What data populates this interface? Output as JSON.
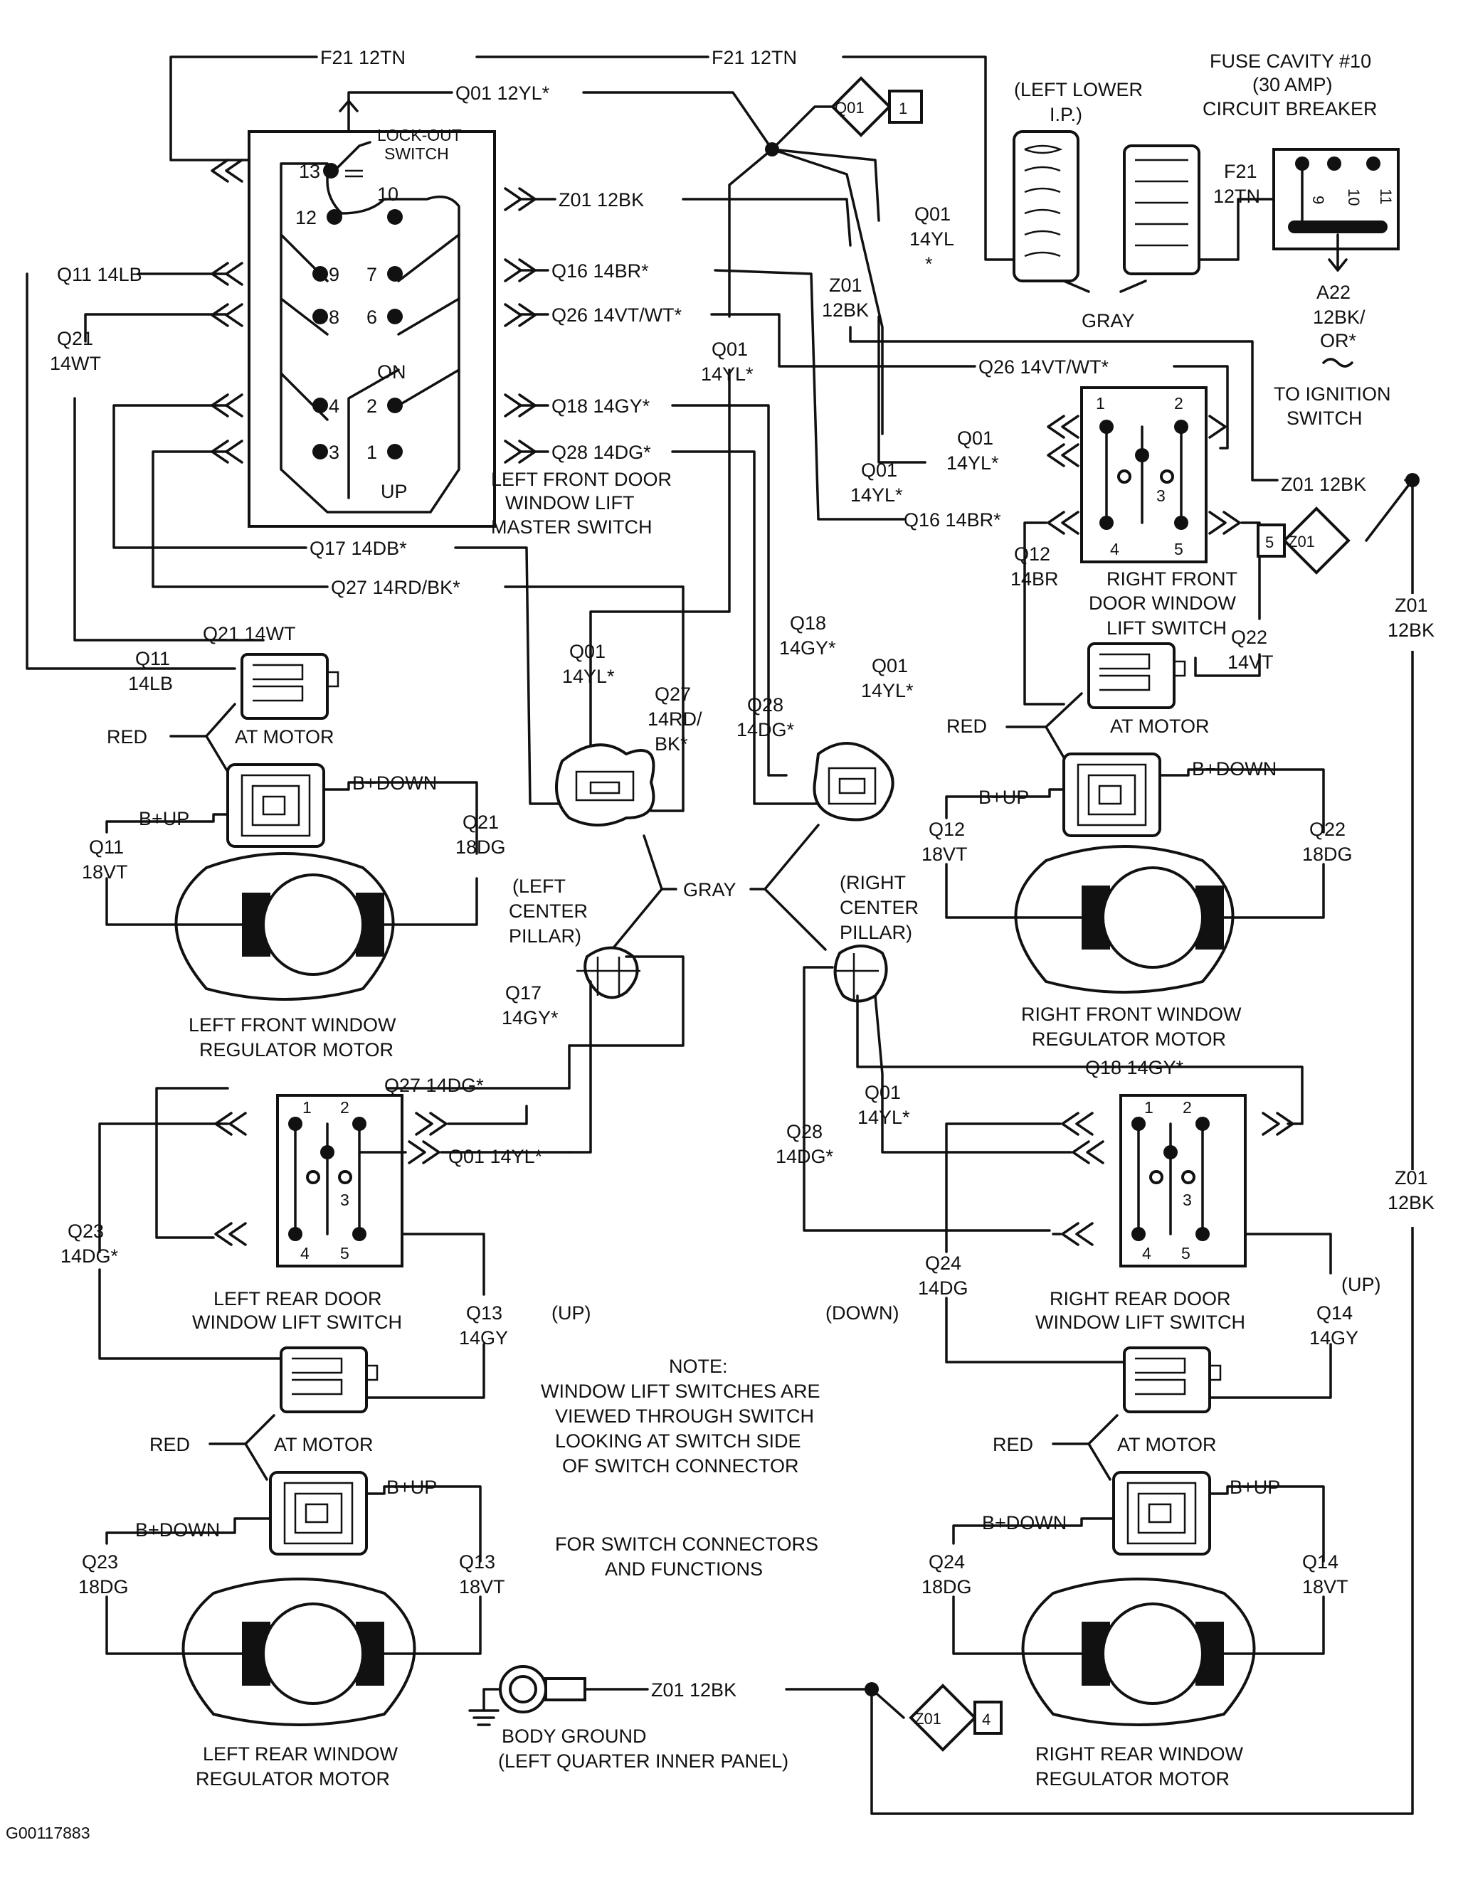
{
  "wires": {
    "f21_a": "F21 12TN",
    "f21_b": "F21 12TN",
    "q01_top": "Q01 12YL*",
    "z01_master": "Z01 12BK",
    "q11": "Q11 14LB",
    "q16": "Q16 14BR*",
    "q21_l1": "Q21",
    "q21_l2": "14WT",
    "q26": "Q26 14VT/WT*",
    "q18": "Q18 14GY*",
    "q28": "Q28 14DG*",
    "q01_mid_l1": "Q01",
    "q01_mid_l2": "14YL*",
    "q01_right_l1": "Q01",
    "q01_right_l2": "14YL",
    "q01_right_l3": "*",
    "z01_mid_l1": "Z01",
    "z01_mid_l2": "12BK",
    "q26_right": "Q26 14VT/WT*",
    "q01_rf_l1": "Q01",
    "q01_rf_l2": "14YL*",
    "q01_c_l1": "Q01",
    "q01_c_l2": "14YL*",
    "q16_right": "Q16 14BR*",
    "z01_right": "Z01 12BK",
    "q17": "Q17 14DB*",
    "q27": "Q27 14RD/BK*",
    "q12_l1": "Q12",
    "q12_l2": "14BR",
    "q22_l1": "Q22",
    "q22_l2": "14VT",
    "q21_motor": "Q21 14WT",
    "q11_motor_l1": "Q11",
    "q11_motor_l2": "14LB",
    "q01_lc_l1": "Q01",
    "q01_lc_l2": "14YL*",
    "q27_lc_l1": "Q27",
    "q27_lc_l2": "14RD/",
    "q27_lc_l3": "BK*",
    "q18_c_l1": "Q18",
    "q18_c_l2": "14GY*",
    "q28_c_l1": "Q28",
    "q28_c_l2": "14DG*",
    "q01_rc_l1": "Q01",
    "q01_rc_l2": "14YL*",
    "bdown_lf": "B+DOWN",
    "bup_lf": "B+UP",
    "q11_lf_l1": "Q11",
    "q11_lf_l2": "18VT",
    "q21_lf_l1": "Q21",
    "q21_lf_l2": "18DG",
    "bup_rf": "B+UP",
    "bdown_rf": "B+DOWN",
    "q12_rf_l1": "Q12",
    "q12_rf_l2": "18VT",
    "q22_rf_l1": "Q22",
    "q22_rf_l2": "18DG",
    "q17_p_l1": "Q17",
    "q17_p_l2": "14GY*",
    "q27_lr": "Q27 14DG*",
    "q01_lr": "Q01 14YL*",
    "q18_rr": "Q18 14GY*",
    "q01_rr_l1": "Q01",
    "q01_rr_l2": "14YL*",
    "q28_rr_l1": "Q28",
    "q28_rr_l2": "14DG*",
    "z01_far_l1": "Z01",
    "z01_far_l2": "12BK",
    "z01_far2_l1": "Z01",
    "z01_far2_l2": "12BK",
    "q23_l1": "Q23",
    "q23_l2": "14DG*",
    "q13_l1": "Q13",
    "q13_l2": "14GY",
    "q24_l1": "Q24",
    "q24_l2": "14DG",
    "q14_l1": "Q14",
    "q14_l2": "14GY",
    "bup_lr": "B+UP",
    "bdown_lr": "B+DOWN",
    "q23_m_l1": "Q23",
    "q23_m_l2": "18DG",
    "q13_m_l1": "Q13",
    "q13_m_l2": "18VT",
    "bup_rr": "B+UP",
    "bdown_rr": "B+DOWN",
    "q24_m_l1": "Q24",
    "q24_m_l2": "18DG",
    "q14_m_l1": "Q14",
    "q14_m_l2": "18VT",
    "z01_ground": "Z01 12BK",
    "a22_l1": "A22",
    "a22_l2": "12BK/",
    "a22_l3": "OR*",
    "f21_fuse_l1": "F21",
    "f21_fuse_l2": "12TN"
  },
  "labels": {
    "lockout_l1": "LOCK-OUT",
    "lockout_l2": "SWITCH",
    "on": "ON",
    "up": "UP",
    "master_l1": "LEFT FRONT DOOR",
    "master_l2": "WINDOW LIFT",
    "master_l3": "MASTER SWITCH",
    "left_lower_l1": "(LEFT LOWER",
    "left_lower_l2": "I.P.)",
    "gray_top": "GRAY",
    "fuse_l1": "FUSE CAVITY #10",
    "fuse_l2": "(30 AMP)",
    "fuse_l3": "CIRCUIT BREAKER",
    "ign_l1": "TO IGNITION",
    "ign_l2": "SWITCH",
    "rf_switch_l1": "RIGHT FRONT",
    "rf_switch_l2": "DOOR WINDOW",
    "rf_switch_l3": "LIFT SWITCH",
    "at_motor_lf": "AT MOTOR",
    "red_lf": "RED",
    "at_motor_rf": "AT MOTOR",
    "red_rf": "RED",
    "gray_center": "GRAY",
    "left_pillar_l1": "(LEFT",
    "left_pillar_l2": "CENTER",
    "left_pillar_l3": "PILLAR)",
    "right_pillar_l1": "(RIGHT",
    "right_pillar_l2": "CENTER",
    "right_pillar_l3": "PILLAR)",
    "lf_motor_l1": "LEFT FRONT WINDOW",
    "lf_motor_l2": "REGULATOR MOTOR",
    "rf_motor_l1": "RIGHT FRONT WINDOW",
    "rf_motor_l2": "REGULATOR MOTOR",
    "lr_switch_l1": "LEFT REAR DOOR",
    "lr_switch_l2": "WINDOW LIFT SWITCH",
    "rr_switch_l1": "RIGHT REAR DOOR",
    "rr_switch_l2": "WINDOW LIFT SWITCH",
    "up_lr": "(UP)",
    "down_rr": "(DOWN)",
    "up_rr": "(UP)",
    "note_l1": "NOTE:",
    "note_l2": "WINDOW LIFT SWITCHES ARE",
    "note_l3": "VIEWED THROUGH SWITCH",
    "note_l4": "LOOKING AT SWITCH SIDE",
    "note_l5": "OF SWITCH CONNECTOR",
    "for_l1": "FOR SWITCH CONNECTORS",
    "for_l2": "AND FUNCTIONS",
    "at_motor_lr": "AT MOTOR",
    "red_lr": "RED",
    "at_motor_rr": "AT MOTOR",
    "red_rr": "RED",
    "body_ground_l1": "BODY GROUND",
    "body_ground_l2": "(LEFT QUARTER INNER PANEL)",
    "lr_motor_l1": "LEFT REAR WINDOW",
    "lr_motor_l2": "REGULATOR MOTOR",
    "rr_motor_l1": "RIGHT REAR WINDOW",
    "rr_motor_l2": "REGULATOR MOTOR",
    "code": "G00117883"
  },
  "tags": {
    "q01_tag": "Q01",
    "q01_tag_num": "1",
    "z01_tag_r": "Z01",
    "z01_tag_r_num": "5",
    "z01_tag_b": "Z01",
    "z01_tag_b_num": "4"
  },
  "pins": {
    "master": [
      "13",
      "12",
      "10",
      "9",
      "8",
      "7",
      "6",
      "4",
      "2",
      "3",
      "1"
    ],
    "rf": [
      "1",
      "2",
      "3",
      "4",
      "5"
    ],
    "lr": [
      "1",
      "2",
      "3",
      "4",
      "5"
    ],
    "rr": [
      "1",
      "2",
      "3",
      "4",
      "5"
    ],
    "fuse": [
      "9",
      "10",
      "11"
    ]
  }
}
